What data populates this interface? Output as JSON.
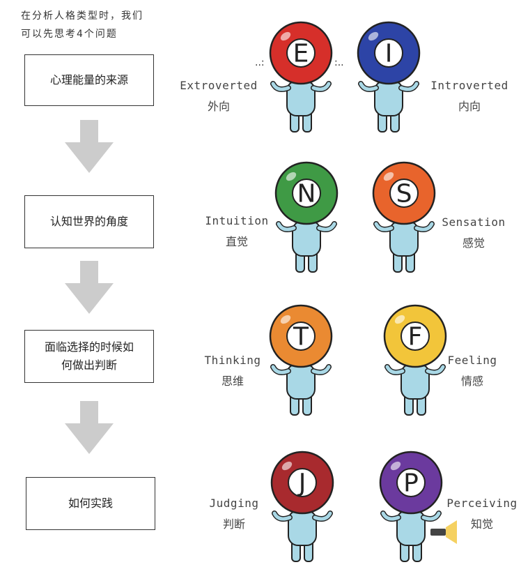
{
  "intro": {
    "line1": "在分析人格类型时，我们",
    "line2": "可以先思考4个问题"
  },
  "questions": [
    {
      "line1": "心理能量的来源",
      "line2": ""
    },
    {
      "line1": "认知世界的角度",
      "line2": ""
    },
    {
      "line1": "面临选择的时候如",
      "line2": "何做出判断"
    },
    {
      "line1": "如何实践",
      "line2": ""
    }
  ],
  "dimensions": [
    {
      "left": {
        "letter": "E",
        "en": "Extroverted",
        "zh": "外向",
        "color": "#d62f2a"
      },
      "right": {
        "letter": "I",
        "en": "Introverted",
        "zh": "内向",
        "color": "#2d44a6"
      }
    },
    {
      "left": {
        "letter": "N",
        "en": "Intuition",
        "zh": "直觉",
        "color": "#3f9a45"
      },
      "right": {
        "letter": "S",
        "en": "Sensation",
        "zh": "感觉",
        "color": "#e8642c"
      }
    },
    {
      "left": {
        "letter": "T",
        "en": "Thinking",
        "zh": "思维",
        "color": "#ea8a32"
      },
      "right": {
        "letter": "F",
        "en": "Feeling",
        "zh": "情感",
        "color": "#f2c53a"
      }
    },
    {
      "left": {
        "letter": "J",
        "en": "Judging",
        "zh": "判断",
        "color": "#a82a2e"
      },
      "right": {
        "letter": "P",
        "en": "Perceiving",
        "zh": "知觉",
        "color": "#6b3a9e"
      }
    }
  ],
  "colors": {
    "body": "#a9d8e6",
    "outline": "#222222",
    "arrow": "#cccccc"
  }
}
